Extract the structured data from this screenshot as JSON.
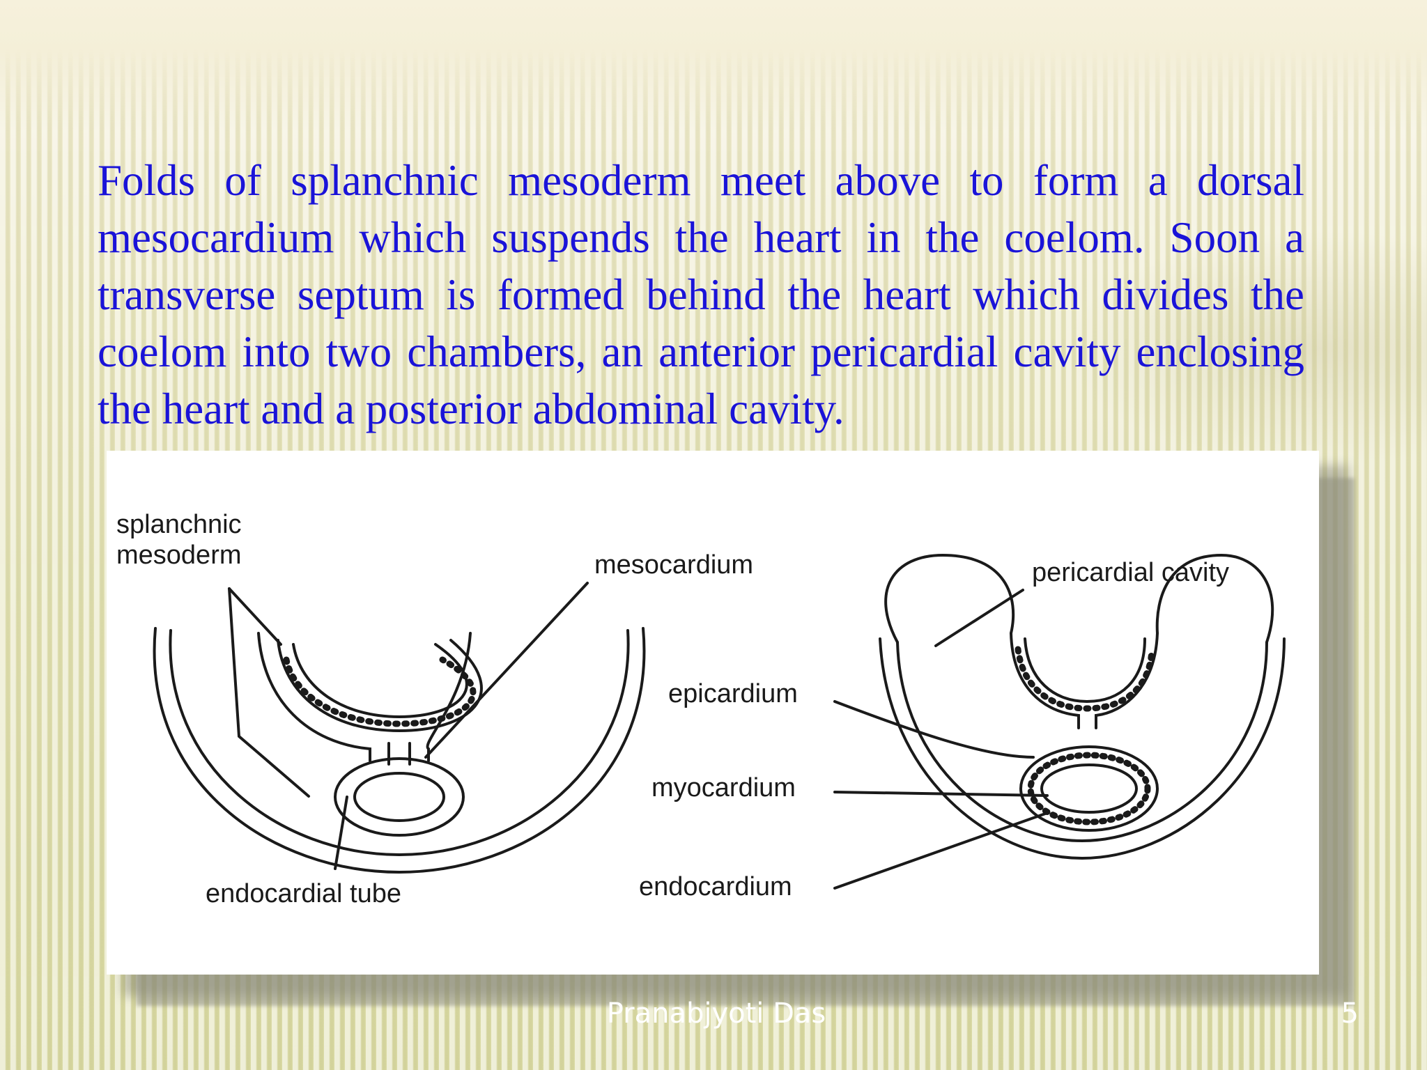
{
  "slide": {
    "paragraph": "Folds of splanchnic mesoderm meet above to form a dorsal mesocardium which suspends the heart in the coelom. Soon a transverse septum is formed behind the heart which divides the coelom into two chambers, an anterior pericardial cavity enclosing the heart and a posterior abdominal cavity.",
    "author": "Pranabjyoti Das",
    "page_number": "5"
  },
  "figure": {
    "labels": {
      "splanchnic_line1": "splanchnic",
      "splanchnic_line2": "mesoderm",
      "mesocardium": "mesocardium",
      "endocardial_tube": "endocardial tube",
      "pericardial_cavity": "pericardial cavity",
      "epicardium": "epicardium",
      "myocardium": "myocardium",
      "endocardium": "endocardium"
    }
  }
}
